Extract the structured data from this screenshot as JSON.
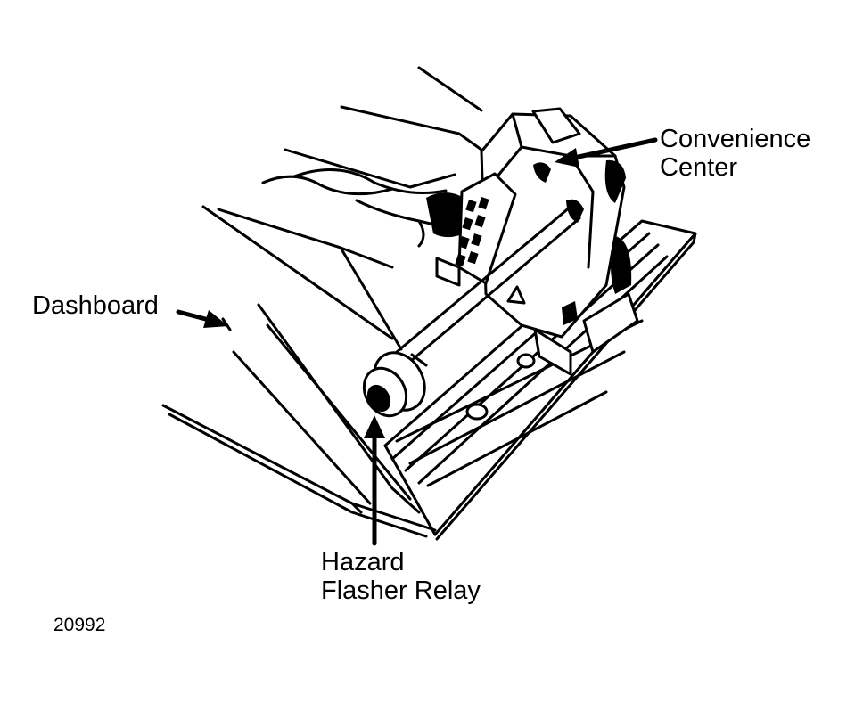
{
  "labels": {
    "convenience_line1": "Convenience",
    "convenience_line2": "Center",
    "dashboard": "Dashboard",
    "hazard_line1": "Hazard",
    "hazard_line2": "Flasher Relay"
  },
  "figure_number": "20992",
  "colors": {
    "ink": "#000000",
    "paper": "#ffffff"
  }
}
